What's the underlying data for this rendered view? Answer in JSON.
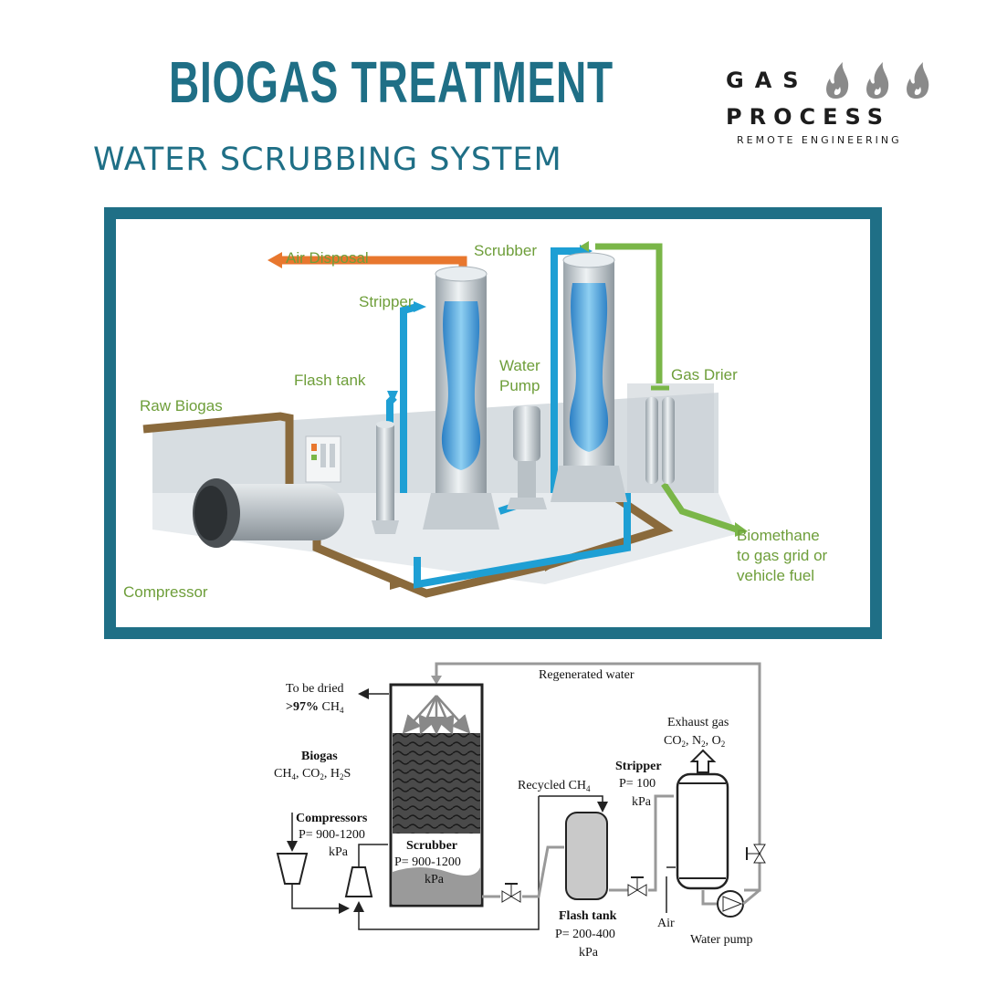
{
  "header": {
    "title": "BIOGAS TREATMENT",
    "subtitle": "WATER SCRUBBING SYSTEM"
  },
  "logo": {
    "line1": "GAS",
    "line2": "PROCESS",
    "line3": "REMOTE ENGINEERING",
    "icon": "three-flames-icon"
  },
  "illustration": {
    "air_disposal": "Air Disposal",
    "scrubber": "Scrubber",
    "stripper": "Stripper",
    "water_pump_1": "Water",
    "water_pump_2": "Pump",
    "flash_tank": "Flash tank",
    "gas_drier": "Gas Drier",
    "raw_biogas": "Raw Biogas",
    "biomethane_1": "Biomethane",
    "biomethane_2": "to gas grid or",
    "biomethane_3": "vehicle fuel",
    "compressor": "Compressor"
  },
  "schematic": {
    "regenerated_water": "Regenerated water",
    "to_be_dried": "To be dried",
    "ch4_pct": ">97%",
    "ch4_label": "CH",
    "biogas": "Biogas",
    "biogas_comp": "CH4, CO2, H2S",
    "compressors": "Compressors",
    "compressors_p": "P= 900-1200",
    "compressors_unit": "kPa",
    "scrubber": "Scrubber",
    "scrubber_p": "P= 900-1200",
    "scrubber_unit": "kPa",
    "recycled": "Recycled CH",
    "flash_tank": "Flash tank",
    "flash_p": "P= 200-400",
    "flash_unit": "kPa",
    "stripper": "Stripper",
    "stripper_p": "P= 100",
    "stripper_unit": "kPa",
    "exhaust": "Exhaust gas",
    "exhaust_comp": "CO2, N2, O2",
    "air": "Air",
    "water_pump": "Water pump"
  },
  "colors": {
    "teal": "#1f6f86",
    "orange": "#e8772e",
    "blue": "#1e9fd4",
    "brown": "#8a6a3c",
    "green": "#7ab648",
    "label_green": "#6e9e3a"
  }
}
